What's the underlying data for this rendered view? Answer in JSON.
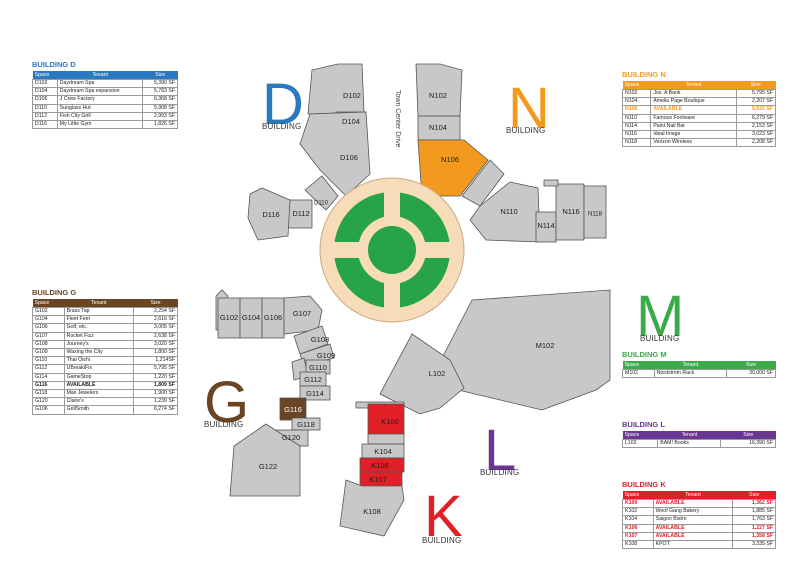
{
  "road_label": "Town Center Drive",
  "building_word": "BUILDING",
  "colors": {
    "D": "#2b78c2",
    "N": "#f39a1e",
    "M": "#3bab4a",
    "G": "#6b4423",
    "L": "#6b3594",
    "K": "#e01f26",
    "unit": "#c8c8c8",
    "stroke": "#555555",
    "plaza": "#f6dcb8",
    "green": "#27a34a"
  },
  "letters": {
    "D": "D",
    "N": "N",
    "M": "M",
    "G": "G",
    "L": "L",
    "K": "K"
  },
  "units": {
    "D102": "D102",
    "D104": "D104",
    "D106": "D106",
    "D110": "D110",
    "D112": "D112",
    "D116": "D116",
    "N102": "N102",
    "N104": "N104",
    "N106": "N106",
    "N110": "N110",
    "N114": "N114",
    "N116": "N116",
    "N118": "N118",
    "M102": "M102",
    "L102": "L102",
    "G102": "G102",
    "G104": "G104",
    "G106": "G106",
    "G107": "G107",
    "G108": "G108",
    "G109": "G109",
    "G110": "G110",
    "G112": "G112",
    "G114": "G114",
    "G116": "G116",
    "G118": "G118",
    "G120": "G120",
    "G122": "G122",
    "K100": "K100",
    "K104": "K104",
    "K106": "K106",
    "K107": "K107",
    "K108": "K108"
  },
  "header": {
    "space": "Space",
    "tenant": "Tenant",
    "size": "Size"
  },
  "tables": {
    "D": {
      "title": "BUILDING D",
      "rows": [
        {
          "space": "D102",
          "tenant": "Daydream Spa",
          "size": "5,390 SF"
        },
        {
          "space": "D104",
          "tenant": "Daydream Spa expansion",
          "size": "5,783 SF"
        },
        {
          "space": "D106",
          "tenant": "J Crew Factory",
          "size": "6,368 SF"
        },
        {
          "space": "D110",
          "tenant": "Sunglass Hut",
          "size": "5,908 SF"
        },
        {
          "space": "D112",
          "tenant": "Fish City Grill",
          "size": "2,993 SF"
        },
        {
          "space": "D116",
          "tenant": "My Little Gym",
          "size": "1,826 SF"
        }
      ]
    },
    "N": {
      "title": "BUILDING N",
      "rows": [
        {
          "space": "N102",
          "tenant": "Jos. A Bank",
          "size": "5,795 SF"
        },
        {
          "space": "N104",
          "tenant": "Amelia Page Boutique",
          "size": "2,207 SF"
        },
        {
          "space": "N106",
          "tenant": "AVAILABLE",
          "size": "5,532 SF",
          "avail": true
        },
        {
          "space": "N110",
          "tenant": "Famous Footware",
          "size": "6,279 SF"
        },
        {
          "space": "N114",
          "tenant": "Paint Nail Bar",
          "size": "2,153 SF"
        },
        {
          "space": "N116",
          "tenant": "Ideal Image",
          "size": "3,023 SF"
        },
        {
          "space": "N118",
          "tenant": "Verizon Wireless",
          "size": "2,208 SF"
        }
      ]
    },
    "G": {
      "title": "BUILDING G",
      "rows": [
        {
          "space": "G102",
          "tenant": "Brass Tap",
          "size": "2,254 SF"
        },
        {
          "space": "G104",
          "tenant": "Fleet Feet",
          "size": "2,616 SF"
        },
        {
          "space": "G106",
          "tenant": "Golf, etc.",
          "size": "3,005 SF"
        },
        {
          "space": "G107",
          "tenant": "Rocket Fizz",
          "size": "2,638 SF"
        },
        {
          "space": "G108",
          "tenant": "Journey's",
          "size": "3,020 SF"
        },
        {
          "space": "G109",
          "tenant": "Waxing the City",
          "size": "1,800 SF"
        },
        {
          "space": "G110",
          "tenant": "Thai Oishi",
          "size": "1,214SF"
        },
        {
          "space": "G112",
          "tenant": "UBreakiFix",
          "size": "5,795 SF"
        },
        {
          "space": "G114",
          "tenant": "GameStop",
          "size": "1,220 SF"
        },
        {
          "space": "G116",
          "tenant": "AVAILABLE",
          "size": "1,809 SF",
          "avail": true
        },
        {
          "space": "G118",
          "tenant": "Max Jewelers",
          "size": "1,900 SF"
        },
        {
          "space": "G120",
          "tenant": "Claire's",
          "size": "1,239 SF"
        },
        {
          "space": "G106",
          "tenant": "GrillSmith",
          "size": "6,274 SF"
        }
      ]
    },
    "M": {
      "title": "BUILDING M",
      "rows": [
        {
          "space": "M102",
          "tenant": "Nordstrom Rack",
          "size": "30,000 SF"
        }
      ]
    },
    "L": {
      "title": "BUILDING L",
      "rows": [
        {
          "space": "L102",
          "tenant": "BAM! Books",
          "size": "16,390 SF"
        }
      ]
    },
    "K": {
      "title": "BUILDING K",
      "rows": [
        {
          "space": "K100",
          "tenant": "AVAILABLE",
          "size": "1,362 SF",
          "avail": true
        },
        {
          "space": "K102",
          "tenant": "Woof Gang Bakery",
          "size": "1,885 SF"
        },
        {
          "space": "K104",
          "tenant": "Saigon Bistro",
          "size": "1,763 SF"
        },
        {
          "space": "K106",
          "tenant": "AVAILABLE",
          "size": "1,227 SF",
          "avail": true
        },
        {
          "space": "K107",
          "tenant": "AVAILABLE",
          "size": "1,358 SF",
          "avail": true
        },
        {
          "space": "K108",
          "tenant": "KPOT",
          "size": "3,335 SF"
        }
      ]
    }
  }
}
